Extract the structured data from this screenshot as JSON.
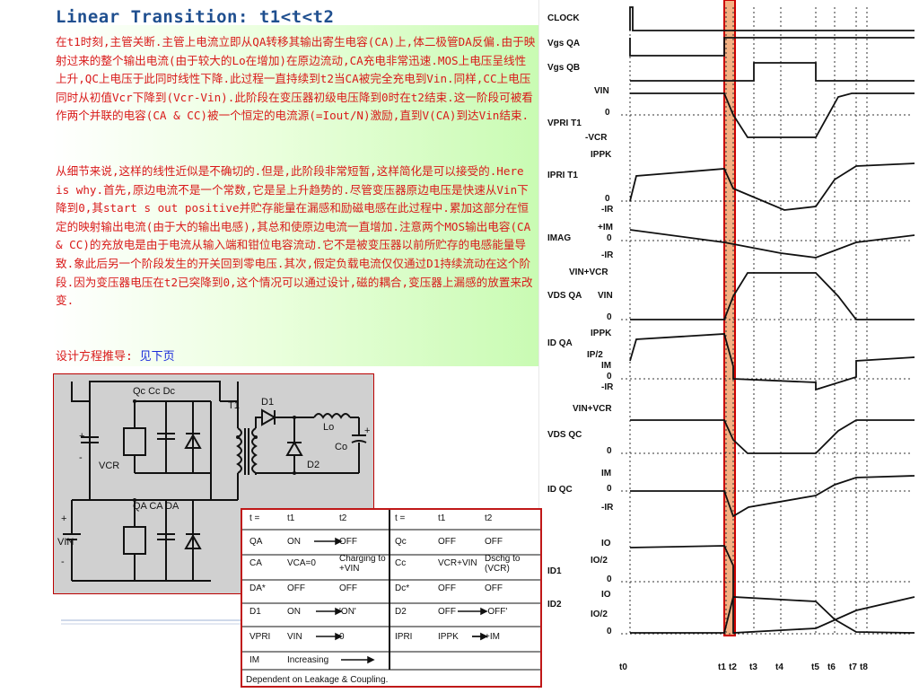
{
  "title": "Linear Transition: t1<t<t2",
  "paragraph1": "在t1时刻,主管关断.主管上电流立即从QA转移其输出寄生电容(CA)上,体二极管DA反偏.由于映射过来的整个输出电流(由于较大的Lo在增加)在原边流动,CA充电非常迅速.MOS上电压呈线性上升,QC上电压于此同时线性下降.此过程一直持续到t2当CA被完全充电到Vin.同样,CC上电压同时从初值Vcr下降到(Vcr-Vin).此阶段在变压器初级电压降到0时在t2结束.这一阶段可被看作两个并联的电容(CA & CC)被一个恒定的电流源(=Iout/N)激励,直到V(CA)到达Vin结束.",
  "paragraph2": "从细节来说,这样的线性近似是不确切的.但是,此阶段非常短暂,这样简化是可以接受的.Here is why.首先,原边电流不是一个常数,它是呈上升趋势的.尽管变压器原边电压是快速从Vin下降到0,其start s out positive并贮存能量在漏感和励磁电感在此过程中.累加这部分在恒定的映射输出电流(由于大的输出电感),其总和使原边电流一直增加.注意两个MOS输出电容(CA & CC)的充放电是由于电流从输入端和钳位电容流动.它不是被变压器以前所贮存的电感能量导致.象此后另一个阶段发生的开关回到零电压.其次,假定负载电流仅仅通过D1持续流动在这个阶段.因为变压器电压在t2已突降到0,这个情况可以通过设计,磁的耦合,变压器上漏感的放置来改变.",
  "design_label": "设计方程推导:",
  "design_link": "见下页",
  "circuit": {
    "labels": {
      "qc_cc_dc": "Qc Cc Dc",
      "t1": "T1",
      "d1": "D1",
      "lo": "Lo",
      "co": "Co",
      "d2": "D2",
      "vcr": "VCR",
      "qa_ca_da": "QA CA DA",
      "vin": "VIN",
      "plus": "+",
      "minus": "-"
    }
  },
  "state_table": {
    "header": [
      "t =",
      "t1",
      "t2",
      "t =",
      "t1",
      "t2"
    ],
    "rows": [
      [
        "QA",
        "ON",
        "OFF",
        "Qc",
        "OFF",
        "OFF"
      ],
      [
        "CA",
        "VCA=0",
        "Charging to +VIN",
        "Cc",
        "VCR+VIN",
        "Dschg to (VCR)"
      ],
      [
        "DA*",
        "OFF",
        "OFF",
        "Dc*",
        "OFF",
        "OFF"
      ],
      [
        "D1",
        "ON",
        "'ON'",
        "D2",
        "OFF",
        "-OFF'"
      ],
      [
        "VPRI",
        "VIN",
        "0",
        "IPRI",
        "IPPK",
        "+IM"
      ],
      [
        "IM",
        "Increasing",
        "",
        "",
        "",
        ""
      ]
    ],
    "footnote": "Dependent on Leakage & Coupling."
  },
  "waveforms": {
    "signals": [
      {
        "name": "CLOCK"
      },
      {
        "name": "Vgs QA"
      },
      {
        "name": "Vgs QB"
      },
      {
        "name": "VPRI T1",
        "levels": [
          "VIN",
          "0",
          "-VCR"
        ]
      },
      {
        "name": "IPRI T1",
        "levels": [
          "IPPK",
          "0",
          "-IR"
        ]
      },
      {
        "name": "IMAG",
        "levels": [
          "+IM",
          "0",
          "-IR"
        ]
      },
      {
        "name": "VDS QA",
        "levels": [
          "VIN+VCR",
          "VIN",
          "0"
        ]
      },
      {
        "name": "ID QA",
        "levels": [
          "IPPK",
          "IP/2",
          "IM",
          "0",
          "-IR"
        ]
      },
      {
        "name": "VDS QC",
        "levels": [
          "VIN+VCR",
          "0"
        ]
      },
      {
        "name": "ID QC",
        "levels": [
          "IM",
          "0",
          "-IR"
        ]
      },
      {
        "name": "ID1",
        "levels": [
          "IO",
          "IO/2",
          "0"
        ]
      },
      {
        "name": "ID2",
        "levels": [
          "IO",
          "IO/2",
          "0"
        ]
      }
    ],
    "time_labels": [
      "t0",
      "t1",
      "t2",
      "t3",
      "t4",
      "t5",
      "t6",
      "t7",
      "t8"
    ]
  }
}
